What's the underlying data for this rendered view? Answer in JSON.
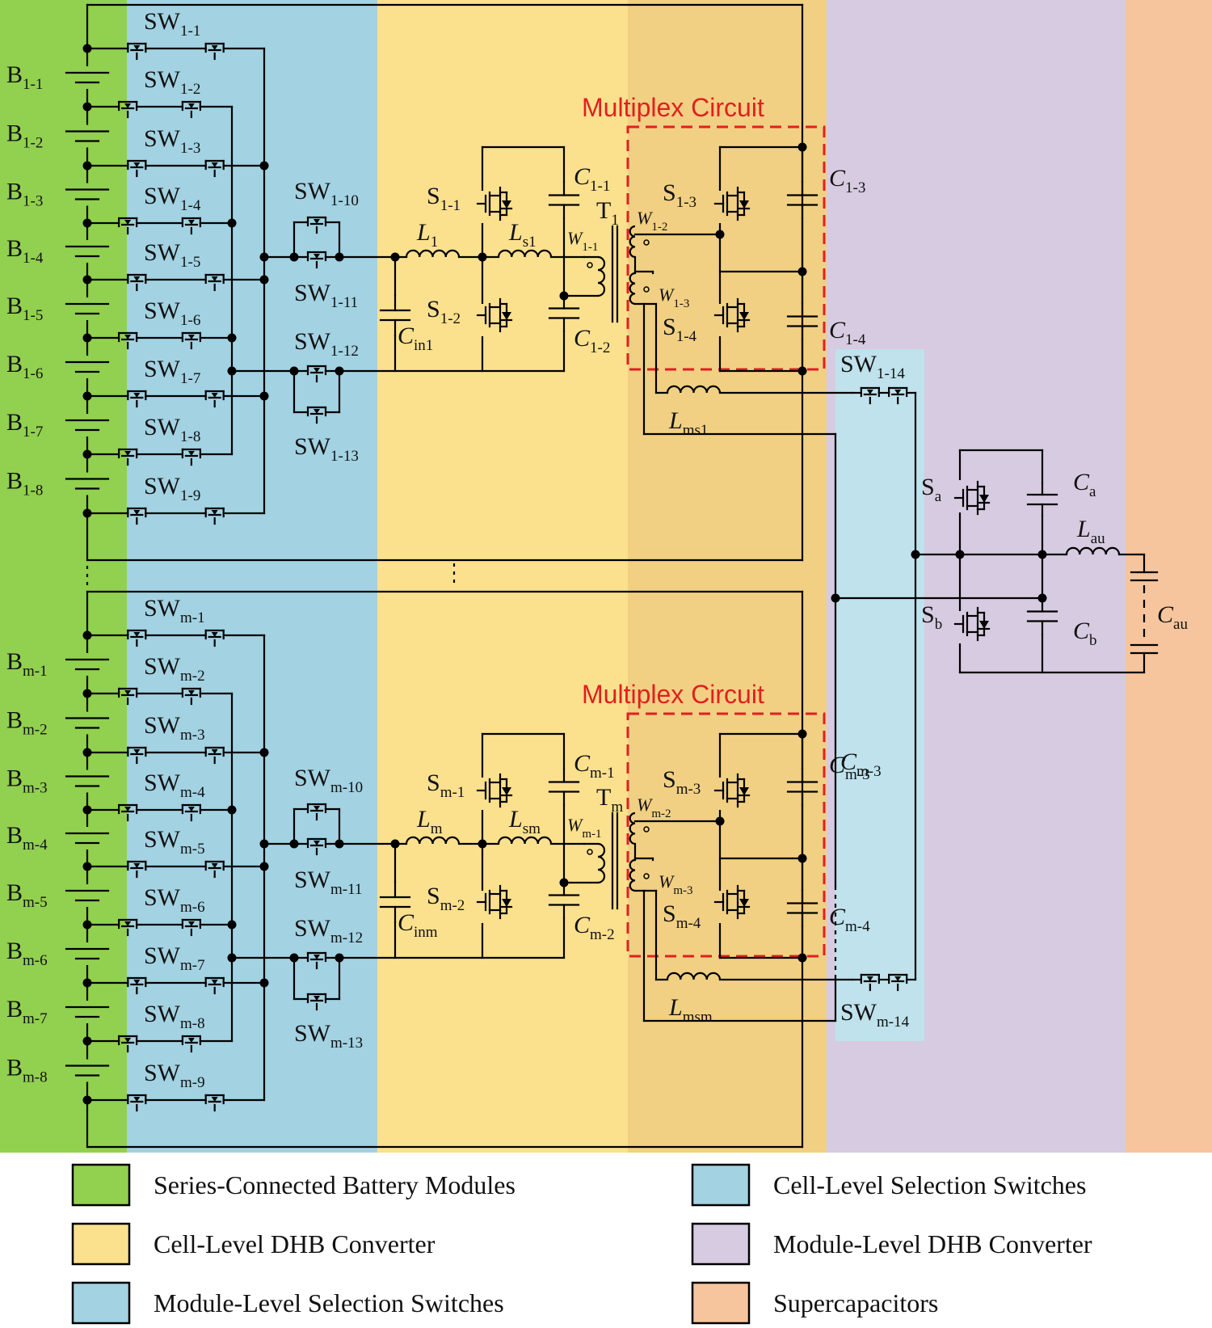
{
  "colors": {
    "battery_green": "#92d050",
    "cell_switch_blue": "#a3d2e2",
    "cell_dhb_yellow": "#fbe08e",
    "multiplex_shade": "#f1d083",
    "module_dhb_purple": "#d6cbe0",
    "module_switch_blue": "#bfe2ec",
    "supercap_orange": "#f6c59d",
    "multiplex_border": "#e02020"
  },
  "group1": {
    "batteries": [
      "1-1",
      "1-2",
      "1-3",
      "1-4",
      "1-5",
      "1-6",
      "1-7",
      "1-8"
    ],
    "cell_switches": [
      "1-1",
      "1-2",
      "1-3",
      "1-4",
      "1-5",
      "1-6",
      "1-7",
      "1-8",
      "1-9"
    ],
    "sw10": "1-10",
    "sw11": "1-11",
    "sw12": "1-12",
    "sw13": "1-13",
    "sw14": "1-14",
    "s1": "1-1",
    "s2": "1-2",
    "s3": "1-3",
    "s4": "1-4",
    "c1": "1-1",
    "c2": "1-2",
    "c3": "1-3",
    "c4": "1-4",
    "L": "1",
    "Ls": "s1",
    "Lms": "ms1",
    "Cin": "in1",
    "T": "1",
    "w1": "1-1",
    "w2": "1-2",
    "w3": "1-3",
    "multiplex_title": "Multiplex Circuit"
  },
  "groupm": {
    "batteries": [
      "m-1",
      "m-2",
      "m-3",
      "m-4",
      "m-5",
      "m-6",
      "m-7",
      "m-8"
    ],
    "cell_switches": [
      "m-1",
      "m-2",
      "m-3",
      "m-4",
      "m-5",
      "m-6",
      "m-7",
      "m-8",
      "m-9"
    ],
    "sw10": "m-10",
    "sw11": "m-11",
    "sw12": "m-12",
    "sw13": "m-13",
    "sw14": "m-14",
    "s1": "m-1",
    "s2": "m-2",
    "s3": "m-3",
    "s4": "m-4",
    "c1": "m-1",
    "c2": "m-2",
    "c3": "m-3",
    "c4": "m-4",
    "L": "m",
    "Ls": "sm",
    "Lms": "msm",
    "Cin": "inm",
    "T": "m",
    "w1": "m-1",
    "w2": "m-2",
    "w3": "m-3",
    "multiplex_title": "Multiplex Circuit"
  },
  "aux": {
    "Sa": "a",
    "Sb": "b",
    "Ca": "a",
    "Cb": "b",
    "Lau": "au",
    "Cau": "au"
  },
  "symbols": {
    "B": "B",
    "SW": "SW",
    "S": "S",
    "C": "C",
    "L": "L",
    "T": "T",
    "W": "W"
  },
  "legend": [
    {
      "label": "Series-Connected Battery Modules",
      "color": "#92d050"
    },
    {
      "label": "Cell-Level Selection Switches",
      "color": "#a3d2e2"
    },
    {
      "label": "Cell-Level DHB Converter",
      "color": "#fbe08e"
    },
    {
      "label": "Module-Level DHB Converter",
      "color": "#d6cbe0"
    },
    {
      "label": "Module-Level Selection Switches",
      "color": "#a3d2e2"
    },
    {
      "label": "Supercapacitors",
      "color": "#f6c59d"
    }
  ]
}
